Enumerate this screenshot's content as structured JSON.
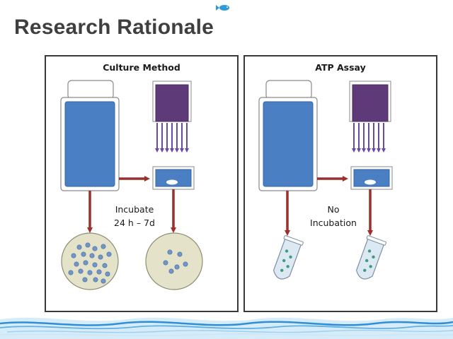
{
  "slide": {
    "title": "Research Rationale",
    "logo_icon": "fish-icon",
    "footer_icon": "water-wave-icon"
  },
  "panels": {
    "culture": {
      "title": "Culture Method",
      "step_line1": "Incubate",
      "step_line2": "24 h – 7d"
    },
    "atp": {
      "title": "ATP Assay",
      "step_line1": "No",
      "step_line2": "Incubation"
    }
  },
  "colors": {
    "container_blue": "#4a7fc4",
    "filter_purple": "#5e3a78",
    "arrow_purple": "#6a4a9c",
    "arrow_red": "#9a2f2b",
    "petri_fill": "#e4e2c9",
    "colony_blue": "#6f96c6",
    "water_blue": "#2f8ed6"
  }
}
